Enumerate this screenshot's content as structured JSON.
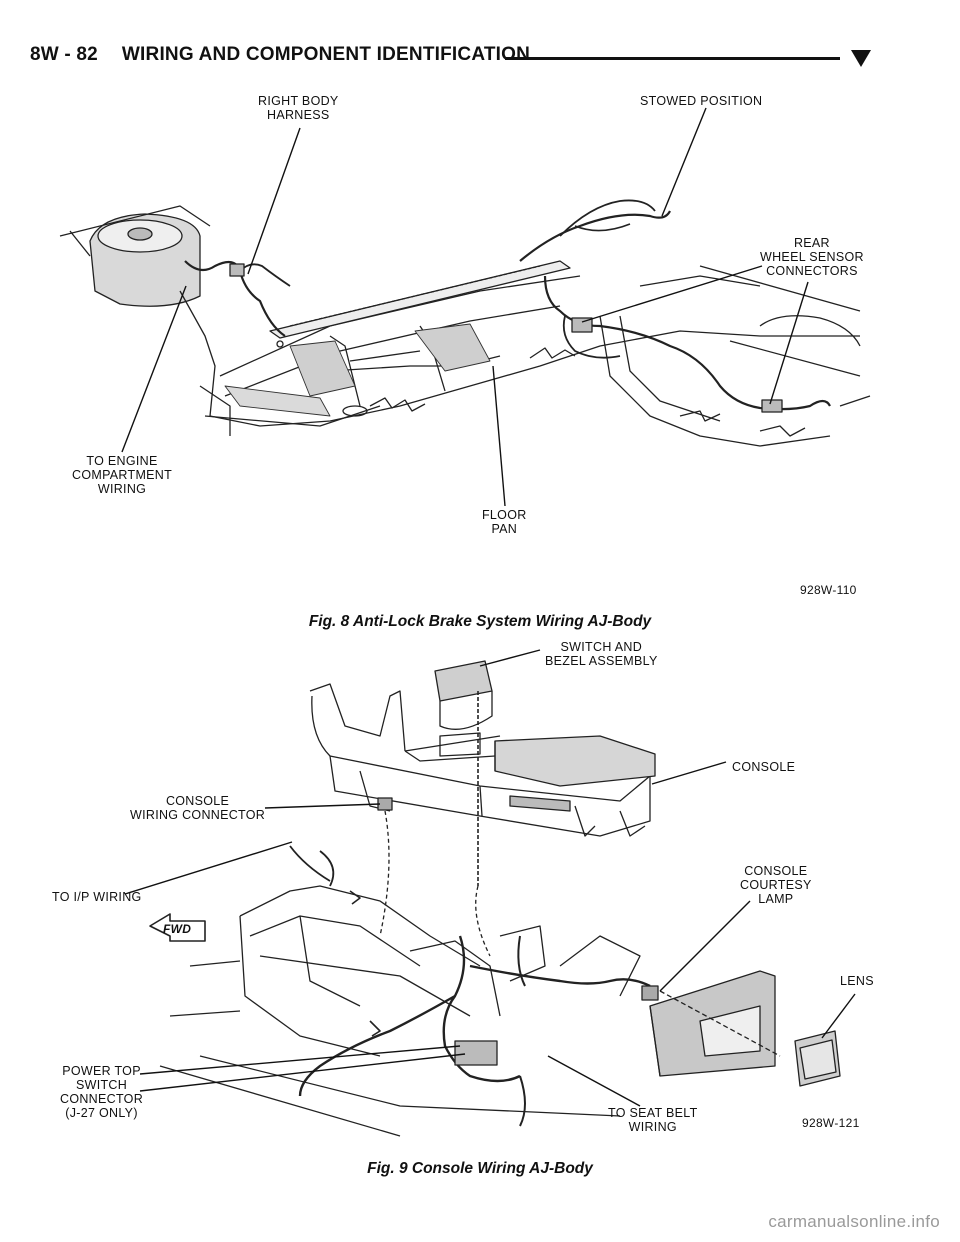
{
  "header": {
    "page_number": "8W - 82",
    "section_title": "WIRING AND COMPONENT IDENTIFICATION"
  },
  "figure8": {
    "caption": "Fig. 8 Anti-Lock Brake System Wiring AJ-Body",
    "code": "928W-110",
    "labels": {
      "right_body_harness": "RIGHT BODY\nHARNESS",
      "stowed_position": "STOWED POSITION",
      "rear_wheel_sensor": "REAR\nWHEEL SENSOR\nCONNECTORS",
      "to_engine": "TO ENGINE\nCOMPARTMENT\nWIRING",
      "floor_pan": "FLOOR\nPAN"
    }
  },
  "figure9": {
    "caption": "Fig. 9 Console Wiring AJ-Body",
    "code": "928W-121",
    "fwd": "FWD",
    "labels": {
      "switch_bezel": "SWITCH AND\nBEZEL ASSEMBLY",
      "console": "CONSOLE",
      "console_wiring_connector": "CONSOLE\nWIRING CONNECTOR",
      "to_ip_wiring": "TO I/P WIRING",
      "console_courtesy_lamp": "CONSOLE\nCOURTESY\nLAMP",
      "lens": "LENS",
      "power_top": "POWER TOP\nSWITCH\nCONNECTOR\n(J-27 ONLY)",
      "to_seat_belt": "TO SEAT BELT\nWIRING"
    }
  },
  "watermark": "carmanualsonline.info"
}
